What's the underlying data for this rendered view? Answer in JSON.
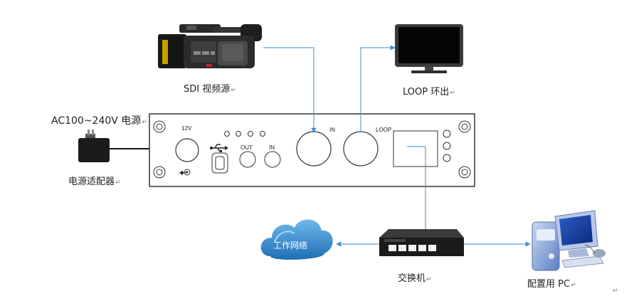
{
  "labels": {
    "camera": "SDI 视频源",
    "monitor": "LOOP 环出",
    "power_spec": "AC100~240V 电源",
    "adapter": "电源适配器",
    "cloud": "工作网络",
    "switch": "交换机",
    "pc": "配置用 PC"
  },
  "panel": {
    "power_port": "12V",
    "polarity": "-◆+",
    "out_port": "OUT",
    "in_port": "IN",
    "sdi_in": "IN",
    "loop": "LOOP"
  },
  "paragraph_mark": "↵",
  "colors": {
    "arrow": "#3a8fd0",
    "cloud": "#2f86cc",
    "panel_border": "#333333",
    "cable": "#111111"
  },
  "icons": [
    "camera-icon",
    "monitor-icon",
    "power-adapter-icon",
    "cloud-icon",
    "switch-icon",
    "pc-icon",
    "usb-icon"
  ]
}
